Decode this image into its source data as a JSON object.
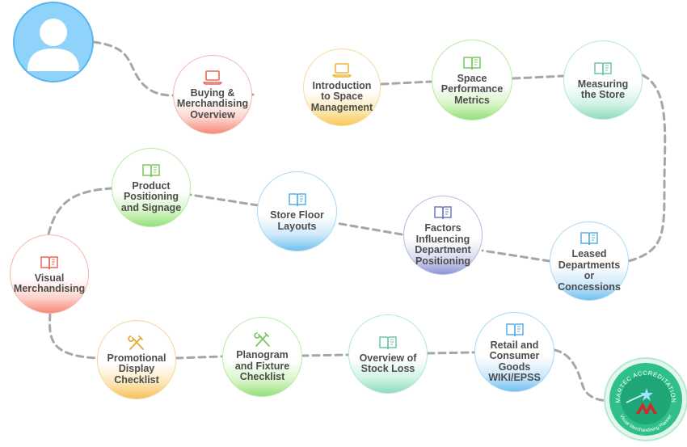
{
  "avatar": {
    "icon": "user-avatar-icon"
  },
  "nodes": [
    {
      "id": "buying-merchandising-overview",
      "label": "Buying & Merchandising Overview",
      "icon": "laptop-icon",
      "theme": "red"
    },
    {
      "id": "introduction-space-management",
      "label": "Introduction to Space Management",
      "icon": "laptop-icon",
      "theme": "yellow"
    },
    {
      "id": "space-performance-metrics",
      "label": "Space Performance Metrics",
      "icon": "book-icon",
      "theme": "green"
    },
    {
      "id": "measuring-the-store",
      "label": "Measuring the Store",
      "icon": "book-icon",
      "theme": "mint"
    },
    {
      "id": "leased-departments-concessions",
      "label": "Leased Departments or Concessions",
      "icon": "book-icon",
      "theme": "blue"
    },
    {
      "id": "factors-department-positioning",
      "label": "Factors Influencing Department Positioning",
      "icon": "book-icon",
      "theme": "purple"
    },
    {
      "id": "store-floor-layouts",
      "label": "Store Floor Layouts",
      "icon": "book-icon",
      "theme": "blue"
    },
    {
      "id": "product-positioning-signage",
      "label": "Product Positioning and Signage",
      "icon": "book-icon",
      "theme": "green"
    },
    {
      "id": "visual-merchandising",
      "label": "Visual Merchandising",
      "icon": "book-icon",
      "theme": "red"
    },
    {
      "id": "promotional-display-checklist",
      "label": "Promotional Display Checklist",
      "icon": "tools-icon",
      "theme": "orange"
    },
    {
      "id": "planogram-fixture-checklist",
      "label": "Planogram and Fixture Checklist",
      "icon": "tools-icon",
      "theme": "green"
    },
    {
      "id": "overview-stock-loss",
      "label": "Overview of Stock Loss",
      "icon": "book-icon",
      "theme": "mint"
    },
    {
      "id": "retail-consumer-goods-wiki",
      "label": "Retail and Consumer Goods WIKI/EPSS",
      "icon": "book-icon",
      "theme": "blue"
    }
  ],
  "badge": {
    "top_text": "MARTEC ACCREDITATION",
    "bottom_text": "Visual Merchandising Planner",
    "icon": "accreditation-badge-icon"
  },
  "colors": {
    "path": "#a6a6a6",
    "red": "#f58a78",
    "yellow": "#f8c85a",
    "green": "#94e07b",
    "mint": "#8fdcbf",
    "blue": "#72c0ef",
    "purple": "#8e95d6",
    "orange": "#f6c25a",
    "avatar": "#8fd3fb",
    "badge": "#2fbf8a"
  }
}
